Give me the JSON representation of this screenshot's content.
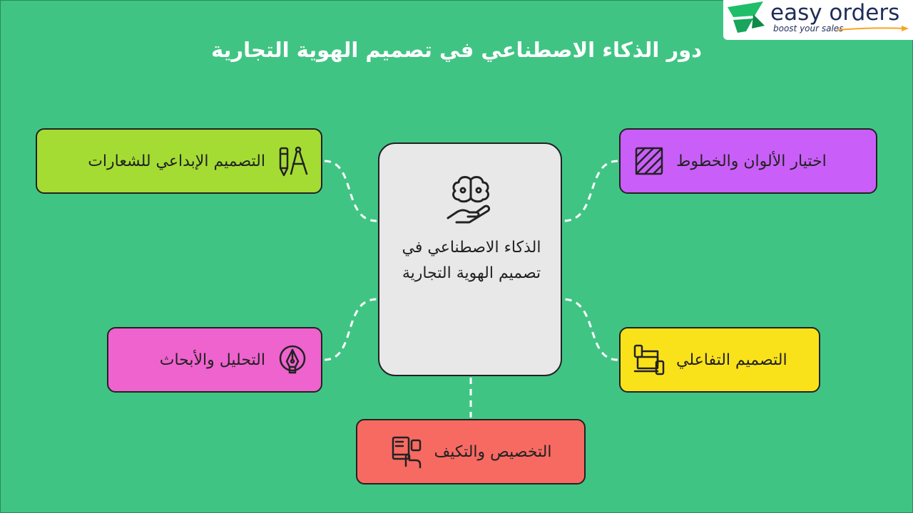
{
  "title": "دور الذكاء الاصطناعي في تصميم الهوية التجارية",
  "logo": {
    "name": "easy orders",
    "tagline": "boost your sales"
  },
  "center": {
    "label": "الذكاء الاصطناعي في تصميم الهوية التجارية",
    "icon": "brain-hand-icon"
  },
  "nodes": [
    {
      "label": "التصميم الإبداعي للشعارات",
      "icon": "pen-compass-icon",
      "color": "#a4dc33"
    },
    {
      "label": "اختيار الألوان والخطوط",
      "icon": "hatched-square-icon",
      "color": "#c95ff8"
    },
    {
      "label": "التحليل والأبحاث",
      "icon": "pen-nib-icon",
      "color": "#ee63cd"
    },
    {
      "label": "التصميم التفاعلي",
      "icon": "devices-icon",
      "color": "#fae21a"
    },
    {
      "label": "التخصيص والتكيف",
      "icon": "mobile-touch-icon",
      "color": "#f76a62"
    }
  ]
}
